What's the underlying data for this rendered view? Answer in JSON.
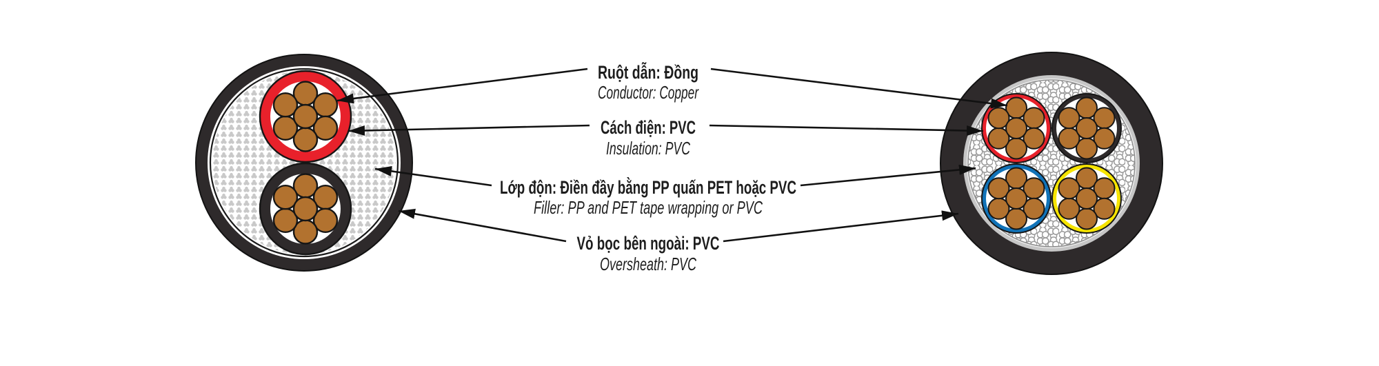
{
  "diagram": {
    "labels": [
      {
        "vi": "Ruột dẫn: Đồng",
        "en": "Conductor: Copper"
      },
      {
        "vi": "Cách điện: PVC",
        "en": "Insulation: PVC"
      },
      {
        "vi": "Lớp độn: Điền đầy bằng PP quấn PET hoặc PVC",
        "en": "Filler: PP and PET tape wrapping or PVC"
      },
      {
        "vi": "Vỏ bọc bên ngoài: PVC",
        "en": "Oversheath: PVC"
      }
    ],
    "colors": {
      "copper": "#b2722f",
      "red": "#e8212b",
      "black_core": "#2e2a2b",
      "blue": "#1173b8",
      "yellow": "#f6e400",
      "sheath": "#2e2a2b",
      "leader": "#111111"
    },
    "cables": [
      {
        "name": "2-core cable cross-section",
        "cores": 2,
        "core_colors": [
          "red",
          "black"
        ],
        "strands_per_core": 7
      },
      {
        "name": "4-core cable cross-section",
        "cores": 4,
        "core_colors": [
          "red",
          "black",
          "blue",
          "yellow"
        ],
        "strands_per_core": 7
      }
    ]
  }
}
